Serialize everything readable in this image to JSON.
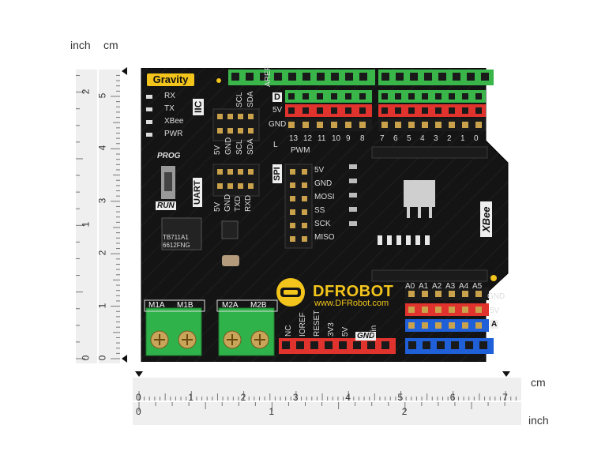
{
  "units": {
    "inch_top": "inch",
    "cm_top": "cm",
    "cm_bottom": "cm",
    "inch_bottom": "inch"
  },
  "ruler": {
    "vertical_cm_ticks": [
      "0",
      "1",
      "2",
      "3",
      "4",
      "5"
    ],
    "vertical_inch_ticks": [
      "0",
      "1",
      "2"
    ],
    "horizontal_cm_ticks": [
      "0",
      "1",
      "2",
      "3",
      "4",
      "5",
      "6",
      "7"
    ],
    "horizontal_inch_ticks": [
      "0",
      "1",
      "2"
    ]
  },
  "board": {
    "gravity": "Gravity",
    "leds": [
      "RX",
      "TX",
      "XBee",
      "PWR"
    ],
    "iic_label": "IIC",
    "iic_pins_top": [
      "SCL",
      "SDA"
    ],
    "iic_pins_bottom": [
      "5V",
      "GND",
      "SCL",
      "SDA"
    ],
    "aref": "AREF",
    "d_label": "D",
    "row_5v": "5V",
    "row_gnd": "GND",
    "digital_pins": [
      "13",
      "12",
      "11",
      "10",
      "9",
      "8",
      "7",
      "6",
      "5",
      "4",
      "3",
      "2",
      "1",
      "0"
    ],
    "l_label": "L",
    "pwm": "PWM",
    "prog": "PROG",
    "run": "RUN",
    "uart_label": "UART",
    "uart_pins": [
      "5V",
      "GND",
      "TXD",
      "RXD"
    ],
    "spi_label": "SPI",
    "spi_pins": [
      "5V",
      "GND",
      "MOSI",
      "SS",
      "SCK",
      "MISO"
    ],
    "chip_text": [
      "TB711A1",
      "6612FNG"
    ],
    "xbee": "XBee",
    "motor_left": [
      "M1A",
      "M1B"
    ],
    "motor_right": [
      "M2A",
      "M2B"
    ],
    "brand": "DFROBOT",
    "website": "www.DFRobot.com",
    "power_pins": [
      "NC",
      "IOREF",
      "RESET",
      "3V3",
      "5V",
      "GND",
      "Vin"
    ],
    "analog_pins": [
      "A0",
      "A1",
      "A2",
      "A3",
      "A4",
      "A5"
    ],
    "analog_gnd": "GND",
    "analog_5v": "5V",
    "analog_a": "A"
  },
  "colors": {
    "board": "#141414",
    "gravity_yellow": "#f2c41c",
    "header_green": "#39b54a",
    "header_red": "#e0332e",
    "header_blue": "#1f5fd8",
    "terminal_green": "#2fb24a",
    "logo_yellow": "#f2c41c"
  }
}
